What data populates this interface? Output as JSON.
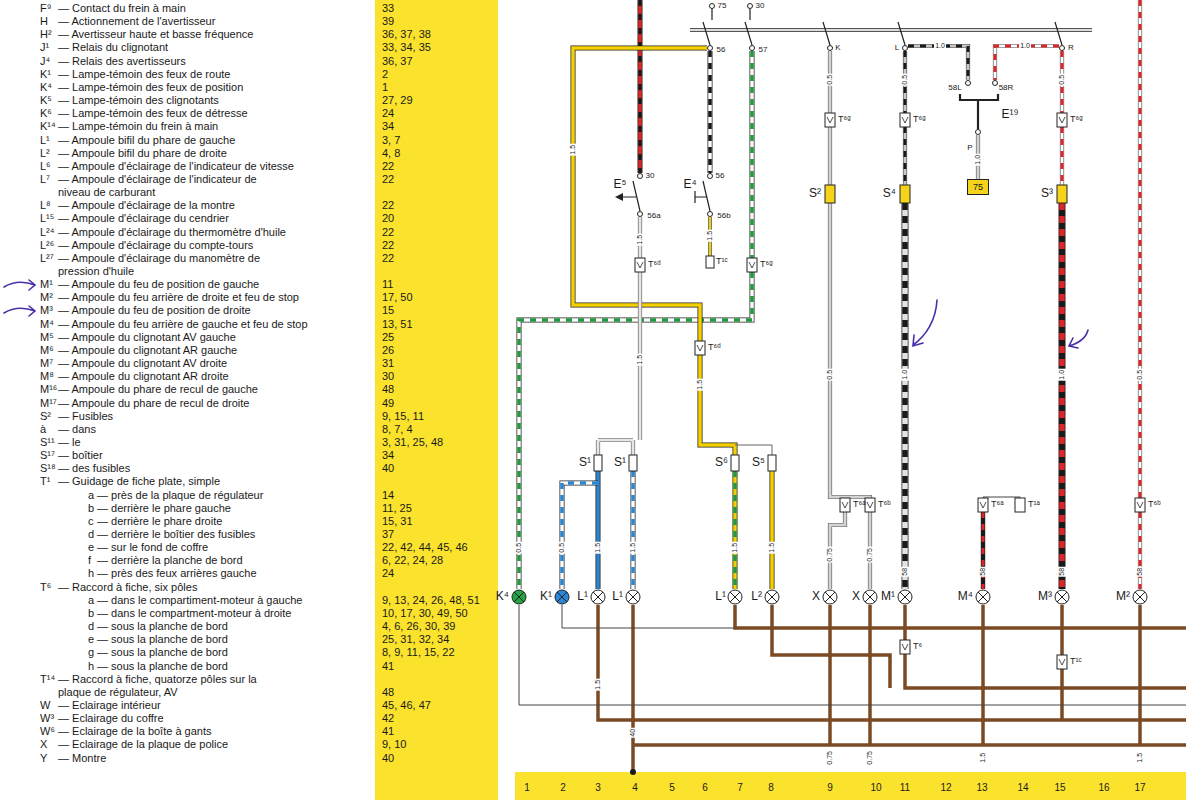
{
  "diagram": {
    "nodes": [
      {
        "text": [
          "75"
        ]
      }
    ],
    "labels": [
      "F⁹",
      "— Contact du frein à main",
      "33",
      "H",
      "— Actionnement de l'avertisseur",
      "39",
      "H²",
      "— Avertisseur haute et basse fréquence",
      "36, 37, 38",
      "J¹",
      "— Relais du clignotant",
      "33, 34, 35",
      "J⁴",
      "— Relais des avertisseurs",
      "36, 37",
      "K¹",
      "— Lampe-témoin des feux de route",
      "2",
      "K⁴",
      "— Lampe-témoin des feux de position",
      "1",
      "K⁵",
      "— Lampe-témoin des clignotants",
      "27, 29",
      "K⁶",
      "— Lampe-témoin des feux de détresse",
      "24",
      "K¹⁴",
      "— Lampe-témoin du frein à main",
      "34",
      "L¹",
      "— Ampoule bifil du phare de gauche",
      "3, 7",
      "L²",
      "— Ampoule bifil du phare de droite",
      "4, 8",
      "L⁶",
      "— Ampoule d'éclairage de l'indicateur de vitesse",
      "22",
      "L⁷",
      "— Ampoule d'éclairage de l'indicateur de niveau de carburant",
      "22",
      "L⁸",
      "— Ampoule d'éclairage de la montre",
      "22",
      "L¹⁵",
      "— Ampoule d'éclairage du cendrier",
      "20",
      "L²⁴",
      "— Ampoule d'éclairage du thermomètre d'huile",
      "22",
      "L²⁶",
      "— Ampoule d'éclairage du compte-tours",
      "22",
      "L²⁷",
      "— Ampoule d'éclairage du manomètre de pression d'huile",
      "22",
      "M¹",
      "— Ampoule du feu de position de gauche",
      "11",
      "M²",
      "— Ampoule du feu arrière de droite et feu de stop",
      "17, 50",
      "M³",
      "— Ampoule du feu de position de droite",
      "15",
      "M⁴",
      "— Ampoule du feu arrière de gauche et feu de stop",
      "13, 51",
      "M⁵",
      "— Ampoule du clignotant AV gauche",
      "25",
      "M⁶",
      "— Ampoule du clignotant AR gauche",
      "26",
      "M⁷",
      "— Ampoule du clignotant AV droite",
      "31",
      "M⁸",
      "— Ampoule du clignotant AR droite",
      "30",
      "M¹⁶",
      "— Ampoule du phare de recul de gauche",
      "48",
      "M¹⁷",
      "— Ampoule du phare de recul de droite",
      "49",
      "S²",
      "— Fusibles",
      "9, 15, 11",
      "à",
      "— dans",
      "8, 7, 4",
      "S¹¹",
      "— le",
      "3, 31, 25, 48",
      "S¹⁷",
      "— boîtier",
      "34",
      "S¹⁸",
      "— des fusibles",
      "40",
      "T¹",
      "— Guidage de fiche plate, simple",
      "a",
      "— près de la plaque de régulateur",
      "14",
      "b",
      "— derrière le phare gauche",
      "11, 25",
      "c",
      "— derrière le phare droite",
      "15, 31",
      "d",
      "— derrière le boîtier des fusibles",
      "37",
      "e",
      "— sur le fond de coffre",
      "22, 42, 44, 45, 46",
      "f",
      "— derrière la planche de bord",
      "6, 22, 24, 28",
      "h",
      "— près des feux arrières gauche",
      "24",
      "T⁶",
      "— Raccord à fiche, six pôles",
      "a",
      "— dans le compartiment-moteur à gauche",
      "9, 13, 24, 26, 48, 51",
      "b",
      "— dans le compartment-moteur à droite",
      "10, 17, 30, 49, 50",
      "d",
      "— sous la planche de bord",
      "4, 6, 26, 30, 39",
      "e",
      "— sous la planche de bord",
      "25, 31, 32, 34",
      "g",
      "— sous la planche de bord",
      "8, 9, 11, 15, 22",
      "h",
      "— sous la planche de bord",
      "41",
      "T¹⁴",
      "— Raccord à fiche, quatorze pôles sur la plaque de régulateur, AV",
      "48",
      "W",
      "— Eclairage intérieur",
      "45, 46, 47",
      "W³",
      "— Eclairage du coffre",
      "42",
      "W⁶",
      "— Eclairage de la boîte à gants",
      "41",
      "X",
      "— Eclairage de la plaque de police",
      "9, 10",
      "Y",
      "— Montre",
      "40",
      "75",
      "30",
      "56",
      "57",
      "K",
      "L",
      "R",
      "1.0",
      "1.0",
      "58L",
      "58R",
      "E¹⁹",
      "P",
      "0.5",
      "0.5",
      "0.5",
      "T⁶ᵍ",
      "T⁶ᵍ",
      "T⁶ᵍ",
      "S²",
      "S⁴",
      "S³",
      "1.0",
      "1.5",
      "30",
      "56",
      "E⁵",
      "E⁴",
      "56a",
      "56b",
      "1.5",
      "1.5",
      "T⁶ᵈ",
      "T¹ᶜ",
      "T⁶ᵍ",
      "1.5",
      "T⁶ᵈ",
      "1.5",
      "0.5",
      "1.0",
      "1.0",
      "0.5",
      "S¹",
      "S¹",
      "S⁶",
      "S⁵",
      "T⁶ᵃ",
      "T⁶ᵇ",
      "T⁶ᵃ",
      "T¹ᵃ",
      "T⁶ᵇ",
      "0.5",
      "0.5",
      "1.5",
      "1.5",
      "1.5",
      "1.5",
      "0.75",
      "0.75",
      "58",
      "58",
      "58",
      "58",
      "K⁴",
      "K¹",
      "L¹",
      "L¹",
      "L¹",
      "L²",
      "X",
      "X",
      "M¹",
      "M⁴",
      "M³",
      "M²",
      "T⁶",
      "T¹ᶜ",
      "1.5",
      "40",
      "0.75",
      "0.75",
      "1.5",
      "1.5",
      "1",
      "2",
      "3",
      "4",
      "5",
      "6",
      "7",
      "8",
      "9",
      "10",
      "11",
      "12",
      "13",
      "14",
      "15",
      "16",
      "17"
    ]
  }
}
